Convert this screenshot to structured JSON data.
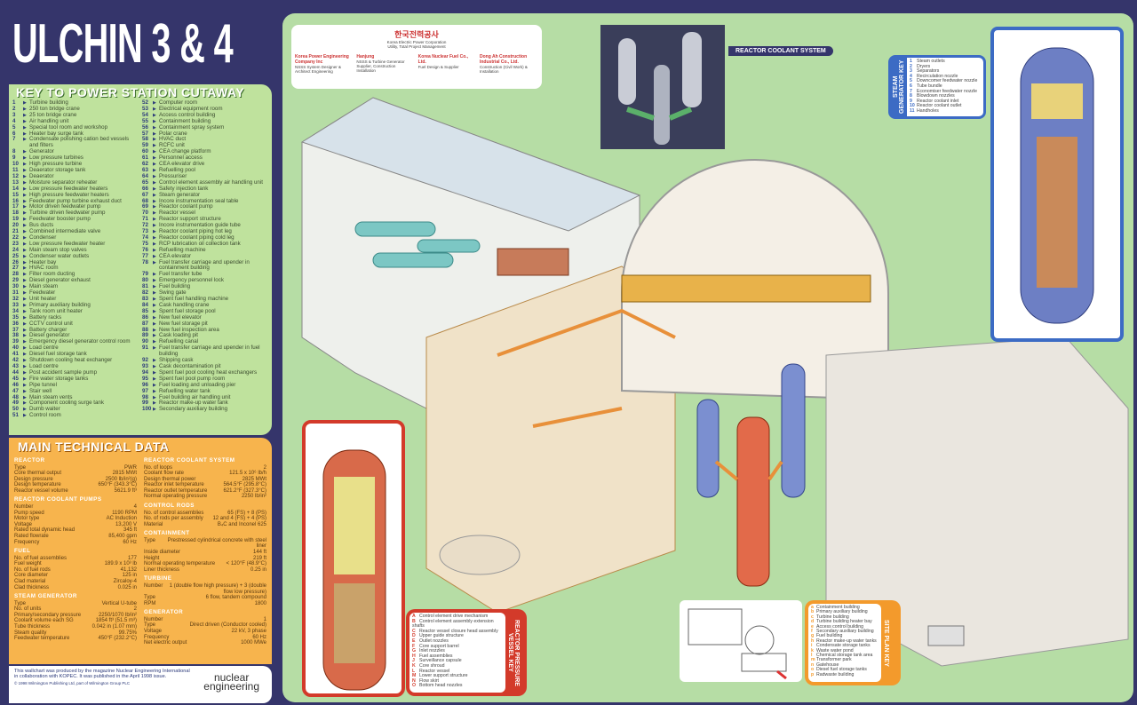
{
  "title": "ULCHIN 3 & 4",
  "key": {
    "heading": "KEY TO POWER STATION CUTAWAY",
    "items": [
      "Turbine building",
      "250 ton bridge crane",
      "25 ton bridge crane",
      "Air handling unit",
      "Special tool room and workshop",
      "Heater bay surge tank",
      "Condensate polishing cation bed vessels and filters",
      "Generator",
      "Low pressure turbines",
      "High pressure turbine",
      "Deaerator storage tank",
      "Deaerator",
      "Moisture separator reheater",
      "Low pressure feedwater heaters",
      "High pressure feedwater heaters",
      "Feedwater pump turbine exhaust duct",
      "Motor driven feedwater pump",
      "Turbine driven feedwater pump",
      "Feedwater booster pump",
      "Bus ducts",
      "Combined intermediate valve",
      "Condenser",
      "Low pressure feedwater heater",
      "Main steam stop valves",
      "Condenser water outlets",
      "Heater bay",
      "HVAC room",
      "Filter room ducting",
      "Diesel generator exhaust",
      "Main steam",
      "Feedwater",
      "Unit heater",
      "Primary auxiliary building",
      "Tank room unit heater",
      "Battery racks",
      "CCTV control unit",
      "Battery charger",
      "Diesel generator",
      "Emergency diesel generator control room",
      "Load centre",
      "Diesel fuel storage tank",
      "Shutdown cooling heat exchanger",
      "Load centre",
      "Post accident sample pump",
      "Fire water storage tanks",
      "Pipe tunnel",
      "Stair well",
      "Main steam vents",
      "Component cooling surge tank",
      "Dumb waiter",
      "Control room",
      "Computer room",
      "Electrical equipment room",
      "Access control building",
      "Containment building",
      "Containment spray system",
      "Polar crane",
      "HVAC duct",
      "RCFC unit",
      "CEA change platform",
      "Personnel access",
      "CEA elevator drive",
      "Refuelling pool",
      "Pressuriser",
      "Control element assembly air handling unit",
      "Safety injection tank",
      "Steam generator",
      "Incore instrumentation seal table",
      "Reactor coolant pump",
      "Reactor vessel",
      "Reactor support structure",
      "Incore instrumentation guide tube",
      "Reactor coolant piping hot leg",
      "Reactor coolant piping cold leg",
      "RCP lubrication oil collection tank",
      "Refuelling machine",
      "CEA elevator",
      "Fuel transfer carriage and upender in containment building",
      "Fuel transfer tube",
      "Emergency personnel lock",
      "Fuel building",
      "Swing gate",
      "Spent fuel handling machine",
      "Cask handling crane",
      "Spent fuel storage pool",
      "New fuel elevator",
      "New fuel storage pit",
      "New fuel inspection area",
      "Cask loading pit",
      "Refuelling canal",
      "Fuel transfer carriage and upender in fuel building",
      "Shipping cask",
      "Cask decontamination pit",
      "Spent fuel pool cooling heat exchangers",
      "Spent fuel pool pump room",
      "Fuel loading and unloading pier",
      "Refuelling water tank",
      "Fuel building air handling unit",
      "Reactor make-up water tank",
      "Secondary auxiliary building"
    ]
  },
  "tech": {
    "heading": "MAIN TECHNICAL DATA",
    "left": [
      {
        "title": "REACTOR",
        "rows": [
          [
            "Type",
            "PWR"
          ],
          [
            "Core thermal output",
            "2815 MWt"
          ],
          [
            "Design pressure",
            "2500 lb/in²(g)"
          ],
          [
            "Design temperature",
            "650°F (343.3°C)"
          ],
          [
            "Reactor vessel volume",
            "5621.9 ft³"
          ]
        ]
      },
      {
        "title": "REACTOR COOLANT PUMPS",
        "rows": [
          [
            "Number",
            "4"
          ],
          [
            "Pump speed",
            "1190 RPM"
          ],
          [
            "Motor type",
            "AC Induction"
          ],
          [
            "Voltage",
            "13,200 V"
          ],
          [
            "Rated total dynamic head",
            "345 ft"
          ],
          [
            "Rated flowrate",
            "85,400 gpm"
          ],
          [
            "Frequency",
            "60 Hz"
          ]
        ]
      },
      {
        "title": "FUEL",
        "rows": [
          [
            "No. of fuel assemblies",
            "177"
          ],
          [
            "Fuel weight",
            "189.9 x 10³ lb"
          ],
          [
            "No. of fuel rods",
            "41,132"
          ],
          [
            "Core diameter",
            "125 in"
          ],
          [
            "Clad material",
            "Zircaloy-4"
          ],
          [
            "Clad thickness",
            "0.025 in"
          ]
        ]
      },
      {
        "title": "STEAM GENERATOR",
        "rows": [
          [
            "Type",
            "Vertical U-tube"
          ],
          [
            "No. of units",
            "2"
          ],
          [
            "Primary/secondary pressure",
            "2250/1070 lb/in²"
          ],
          [
            "Coolant volume each SG",
            "1854 ft³ (51.5 m³)"
          ],
          [
            "Tube thickness",
            "0.042 in (1.07 mm)"
          ],
          [
            "Steam quality",
            "99.75%"
          ],
          [
            "Feedwater temperature",
            "450°F (232.2°C)"
          ]
        ]
      }
    ],
    "right": [
      {
        "title": "REACTOR COOLANT SYSTEM",
        "rows": [
          [
            "No. of loops",
            "2"
          ],
          [
            "Coolant flow rate",
            "121.5 x 10⁶ lb/h"
          ],
          [
            "Design thermal power",
            "2825 MWt"
          ],
          [
            "Reactor inlet temperature",
            "564.5°F (295.8°C)"
          ],
          [
            "Reactor outlet temperature",
            "621.2°F (327.3°C)"
          ],
          [
            "Normal operating pressure",
            "2250 lb/in²"
          ]
        ]
      },
      {
        "title": "CONTROL RODS",
        "rows": [
          [
            "No. of control assemblies",
            "65 (FS) + 8 (PS)"
          ],
          [
            "No. of rods per assembly",
            "12 and 4 (FS) + 4 (PS)"
          ],
          [
            "Material",
            "B₄C and Inconel 625"
          ]
        ]
      },
      {
        "title": "CONTAINMENT",
        "rows": [
          [
            "Type",
            "Prestressed cylindrical concrete with steel liner"
          ],
          [
            "Inside diameter",
            "144 ft"
          ],
          [
            "Height",
            "219 ft"
          ],
          [
            "Normal operating temperature",
            "< 120°F (48.9°C)"
          ],
          [
            "Liner thickness",
            "0.25 in"
          ]
        ]
      },
      {
        "title": "TURBINE",
        "rows": [
          [
            "Number",
            "1 (double flow high pressure) + 3 (double flow low pressure)"
          ],
          [
            "Type",
            "6 flow, tandem compound"
          ],
          [
            "RPM",
            "1800"
          ]
        ]
      },
      {
        "title": "GENERATOR",
        "rows": [
          [
            "Number",
            "1"
          ],
          [
            "Type",
            "Direct driven (Conductor cooled)"
          ],
          [
            "Voltage",
            "22 kV, 3 phase"
          ],
          [
            "Frequency",
            "60 Hz"
          ],
          [
            "Net electric output",
            "1000 MWe"
          ]
        ]
      }
    ]
  },
  "footer": {
    "line1": "This wallchart was produced by the magazine Nuclear Engineering International",
    "line2": "in collaboration with KOPEC. It was published in the April 1998 issue.",
    "copyright": "© 1998 Wilmington Publishing Ltd, part of Wilmington Group PLC",
    "logo1": "nuclear",
    "logo2": "engineering"
  },
  "sponsors": {
    "main": {
      "name": "한국전력공사",
      "en": "Korea Electric Power Corporation",
      "role": "Utility, Total Project Management"
    },
    "others": [
      {
        "name": "Korea Power Engineering Company Inc",
        "role": "NSSS System Designer & Architect Engineering"
      },
      {
        "name": "Hanjung",
        "role": "NSSS & Turbine Generator Supplier, Construction Installation"
      },
      {
        "name": "Korea Nuclear Fuel Co., Ltd.",
        "role": "Fuel Design & Supplier"
      },
      {
        "name": "Dong Ah Construction Industrial Co., Ltd.",
        "role": "Construction (Civil Work) & Installation"
      }
    ]
  },
  "rcs_label": "REACTOR COOLANT SYSTEM",
  "sg_key": {
    "title": "STEAM GENERATOR KEY",
    "items": [
      "Steam outlets",
      "Dryers",
      "Separators",
      "Recirculation nozzle",
      "Downcomer feedwater nozzle",
      "Tube bundle",
      "Economiser feedwater nozzle",
      "Blowdown nozzles",
      "Reactor coolant inlet",
      "Reactor coolant outlet",
      "Handholes"
    ]
  },
  "rpv_key": {
    "title": "REACTOR PRESSURE VESSEL KEY",
    "items": [
      [
        "A",
        "Control element drive mechanism"
      ],
      [
        "B",
        "Control element assembly extension shafts"
      ],
      [
        "C",
        "Reactor vessel closure head assembly"
      ],
      [
        "D",
        "Upper guide structure"
      ],
      [
        "E",
        "Outlet nozzles"
      ],
      [
        "F",
        "Core support barrel"
      ],
      [
        "G",
        "Inlet nozzles"
      ],
      [
        "H",
        "Fuel assemblies"
      ],
      [
        "J",
        "Surveillance capsule"
      ],
      [
        "K",
        "Core shroud"
      ],
      [
        "L",
        "Reactor vessel"
      ],
      [
        "M",
        "Lower support structure"
      ],
      [
        "N",
        "Flow skirt"
      ],
      [
        "O",
        "Bottom head nozzles"
      ]
    ]
  },
  "site_key": {
    "title": "SITE PLAN KEY",
    "items": [
      [
        "a",
        "Containment building"
      ],
      [
        "b",
        "Primary auxiliary building"
      ],
      [
        "c",
        "Turbine building"
      ],
      [
        "d",
        "Turbine building heater bay"
      ],
      [
        "e",
        "Access control building"
      ],
      [
        "f",
        "Secondary auxiliary building"
      ],
      [
        "g",
        "Fuel building"
      ],
      [
        "h",
        "Reactor make-up water tanks"
      ],
      [
        "i",
        "Condensate storage tanks"
      ],
      [
        "k",
        "Waste water pond"
      ],
      [
        "l",
        "Chemical storage tank area"
      ],
      [
        "m",
        "Transformer park"
      ],
      [
        "n",
        "Gatehouse"
      ],
      [
        "o",
        "Diesel fuel storage tanks"
      ],
      [
        "p",
        "Radwaste building"
      ]
    ]
  }
}
